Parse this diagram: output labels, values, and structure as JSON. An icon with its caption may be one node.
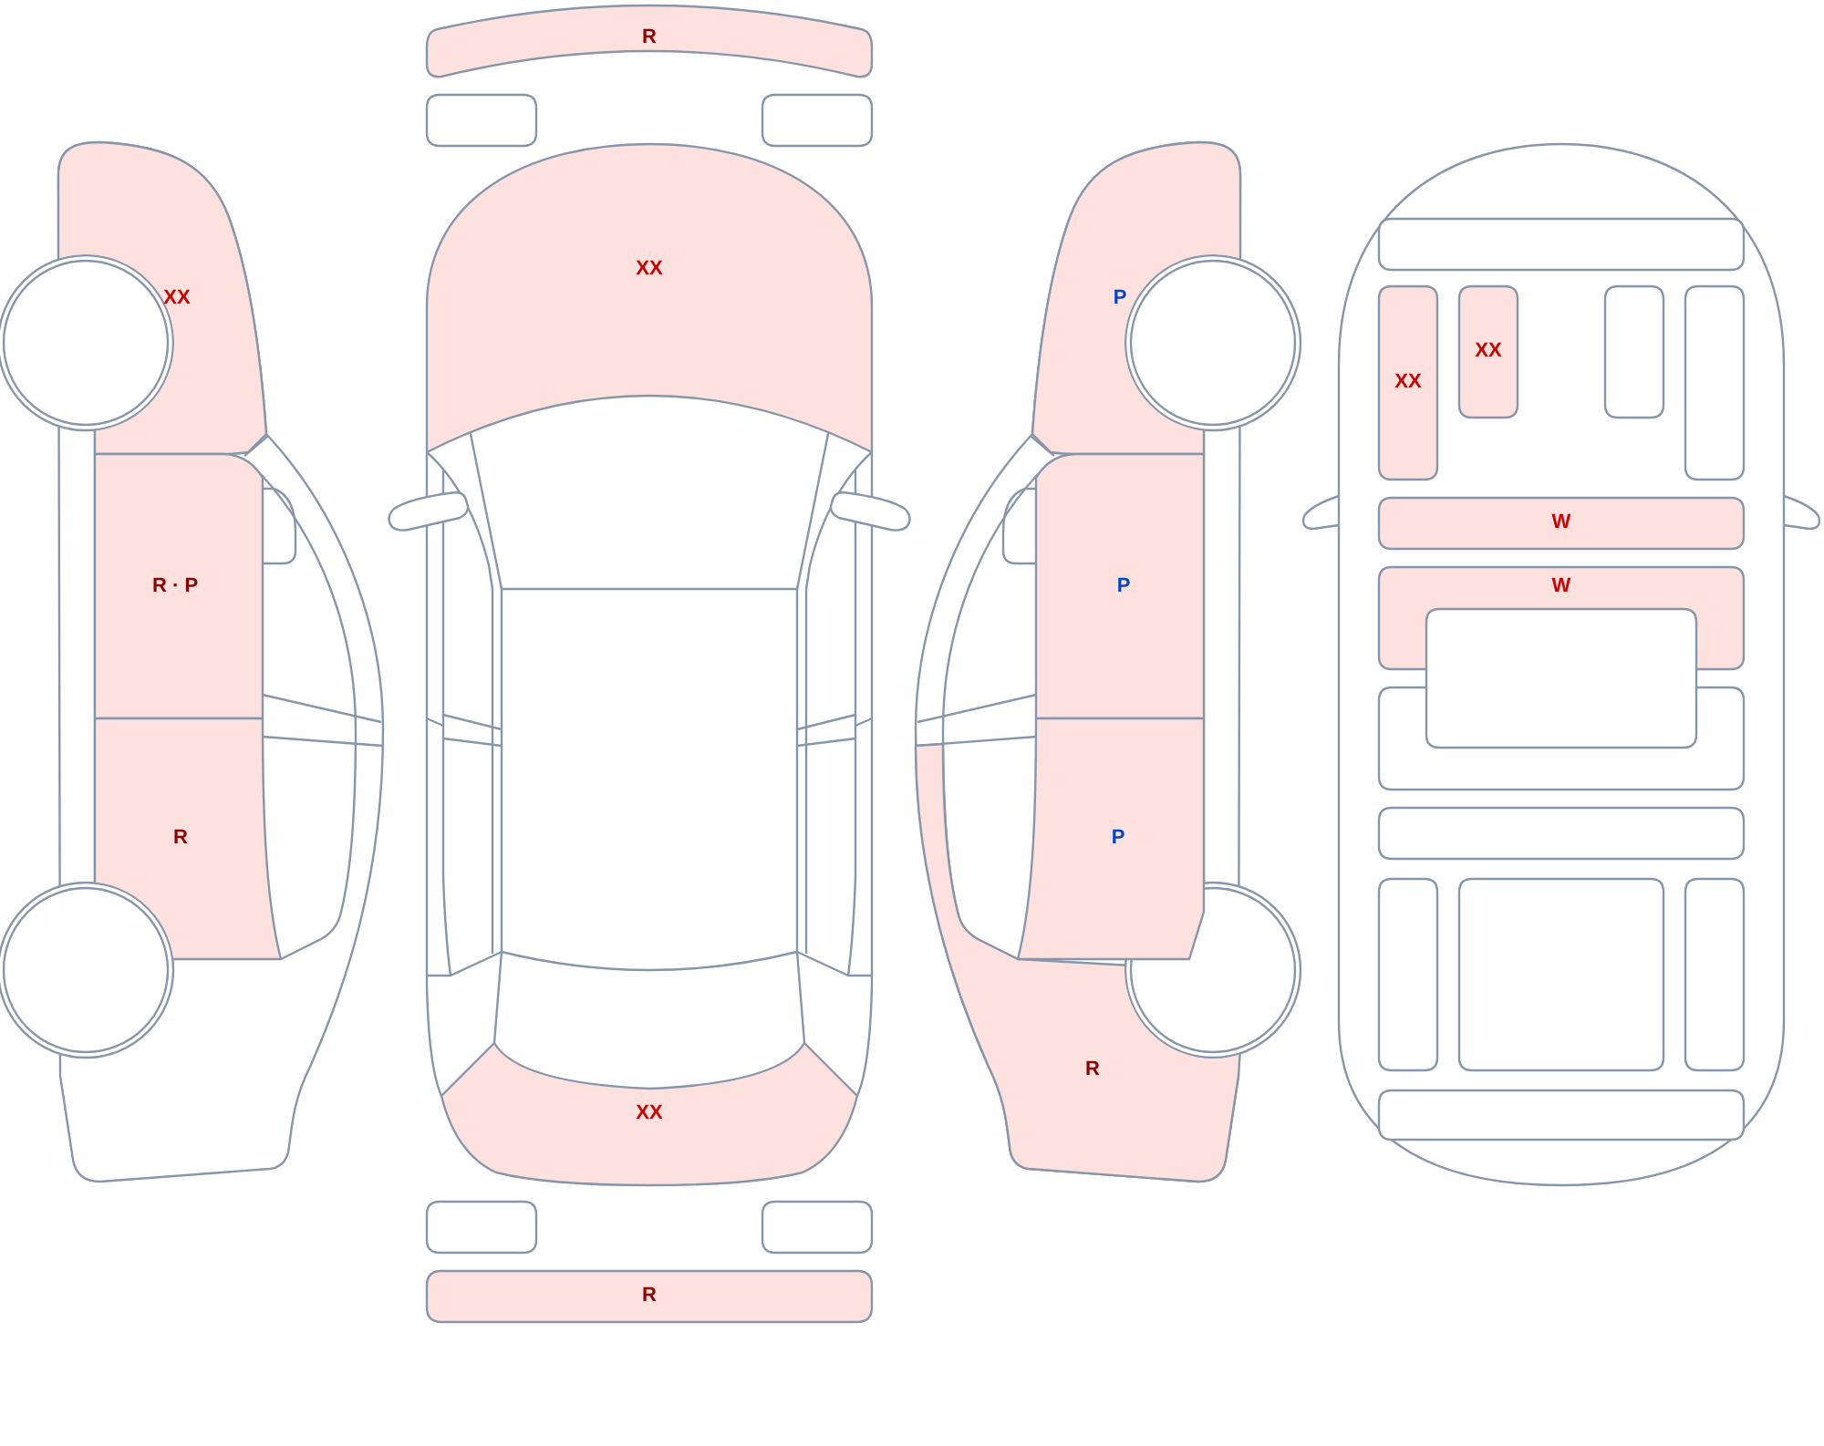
{
  "diagram": {
    "nodes": [
      {
        "text": [
          "XX"
        ]
      },
      {
        "text": [
          "R · P"
        ]
      },
      {
        "text": [
          "R"
        ]
      },
      {
        "text": [
          "R"
        ]
      },
      {
        "text": [],
        "shape": "box"
      },
      {
        "text": [],
        "shape": "box"
      },
      {
        "text": [
          "XX"
        ]
      },
      {
        "text": [
          "XX"
        ]
      },
      {
        "text": [],
        "shape": "box"
      },
      {
        "text": [],
        "shape": "box"
      },
      {
        "text": [
          "R"
        ]
      },
      {
        "text": [
          "P"
        ]
      },
      {
        "text": [
          "P"
        ]
      },
      {
        "text": [
          "P"
        ]
      },
      {
        "text": [
          "R"
        ]
      },
      {
        "text": [],
        "shape": "box"
      },
      {
        "text": [
          "XX"
        ]
      },
      {
        "text": [
          "XX"
        ]
      },
      {
        "text": [],
        "shape": "box"
      },
      {
        "text": [],
        "shape": "box"
      },
      {
        "text": [
          "W"
        ]
      },
      {
        "text": [
          "W"
        ]
      },
      {
        "text": [],
        "shape": "box"
      },
      {
        "text": [],
        "shape": "box"
      },
      {
        "text": [],
        "shape": "box"
      },
      {
        "text": [],
        "shape": "box"
      },
      {
        "text": [],
        "shape": "box"
      },
      {
        "text": [],
        "shape": "box"
      },
      {
        "text": [],
        "shape": "box"
      }
    ]
  }
}
